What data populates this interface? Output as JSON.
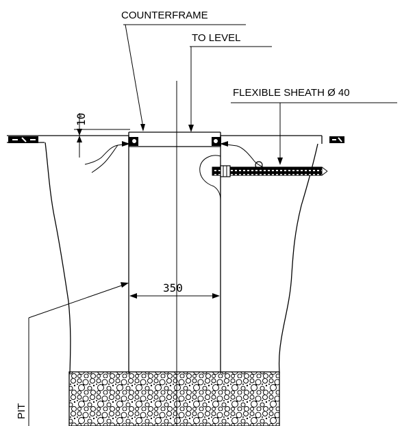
{
  "labels": {
    "counterframe": "COUNTERFRAME",
    "to_level": "TO LEVEL",
    "flexible_sheath": "FLEXIBLE SHEATH Ø 40",
    "pit": "PIT"
  },
  "dimensions": {
    "width": "350",
    "height": "10"
  },
  "colors": {
    "line": "#000000",
    "background": "#ffffff"
  }
}
